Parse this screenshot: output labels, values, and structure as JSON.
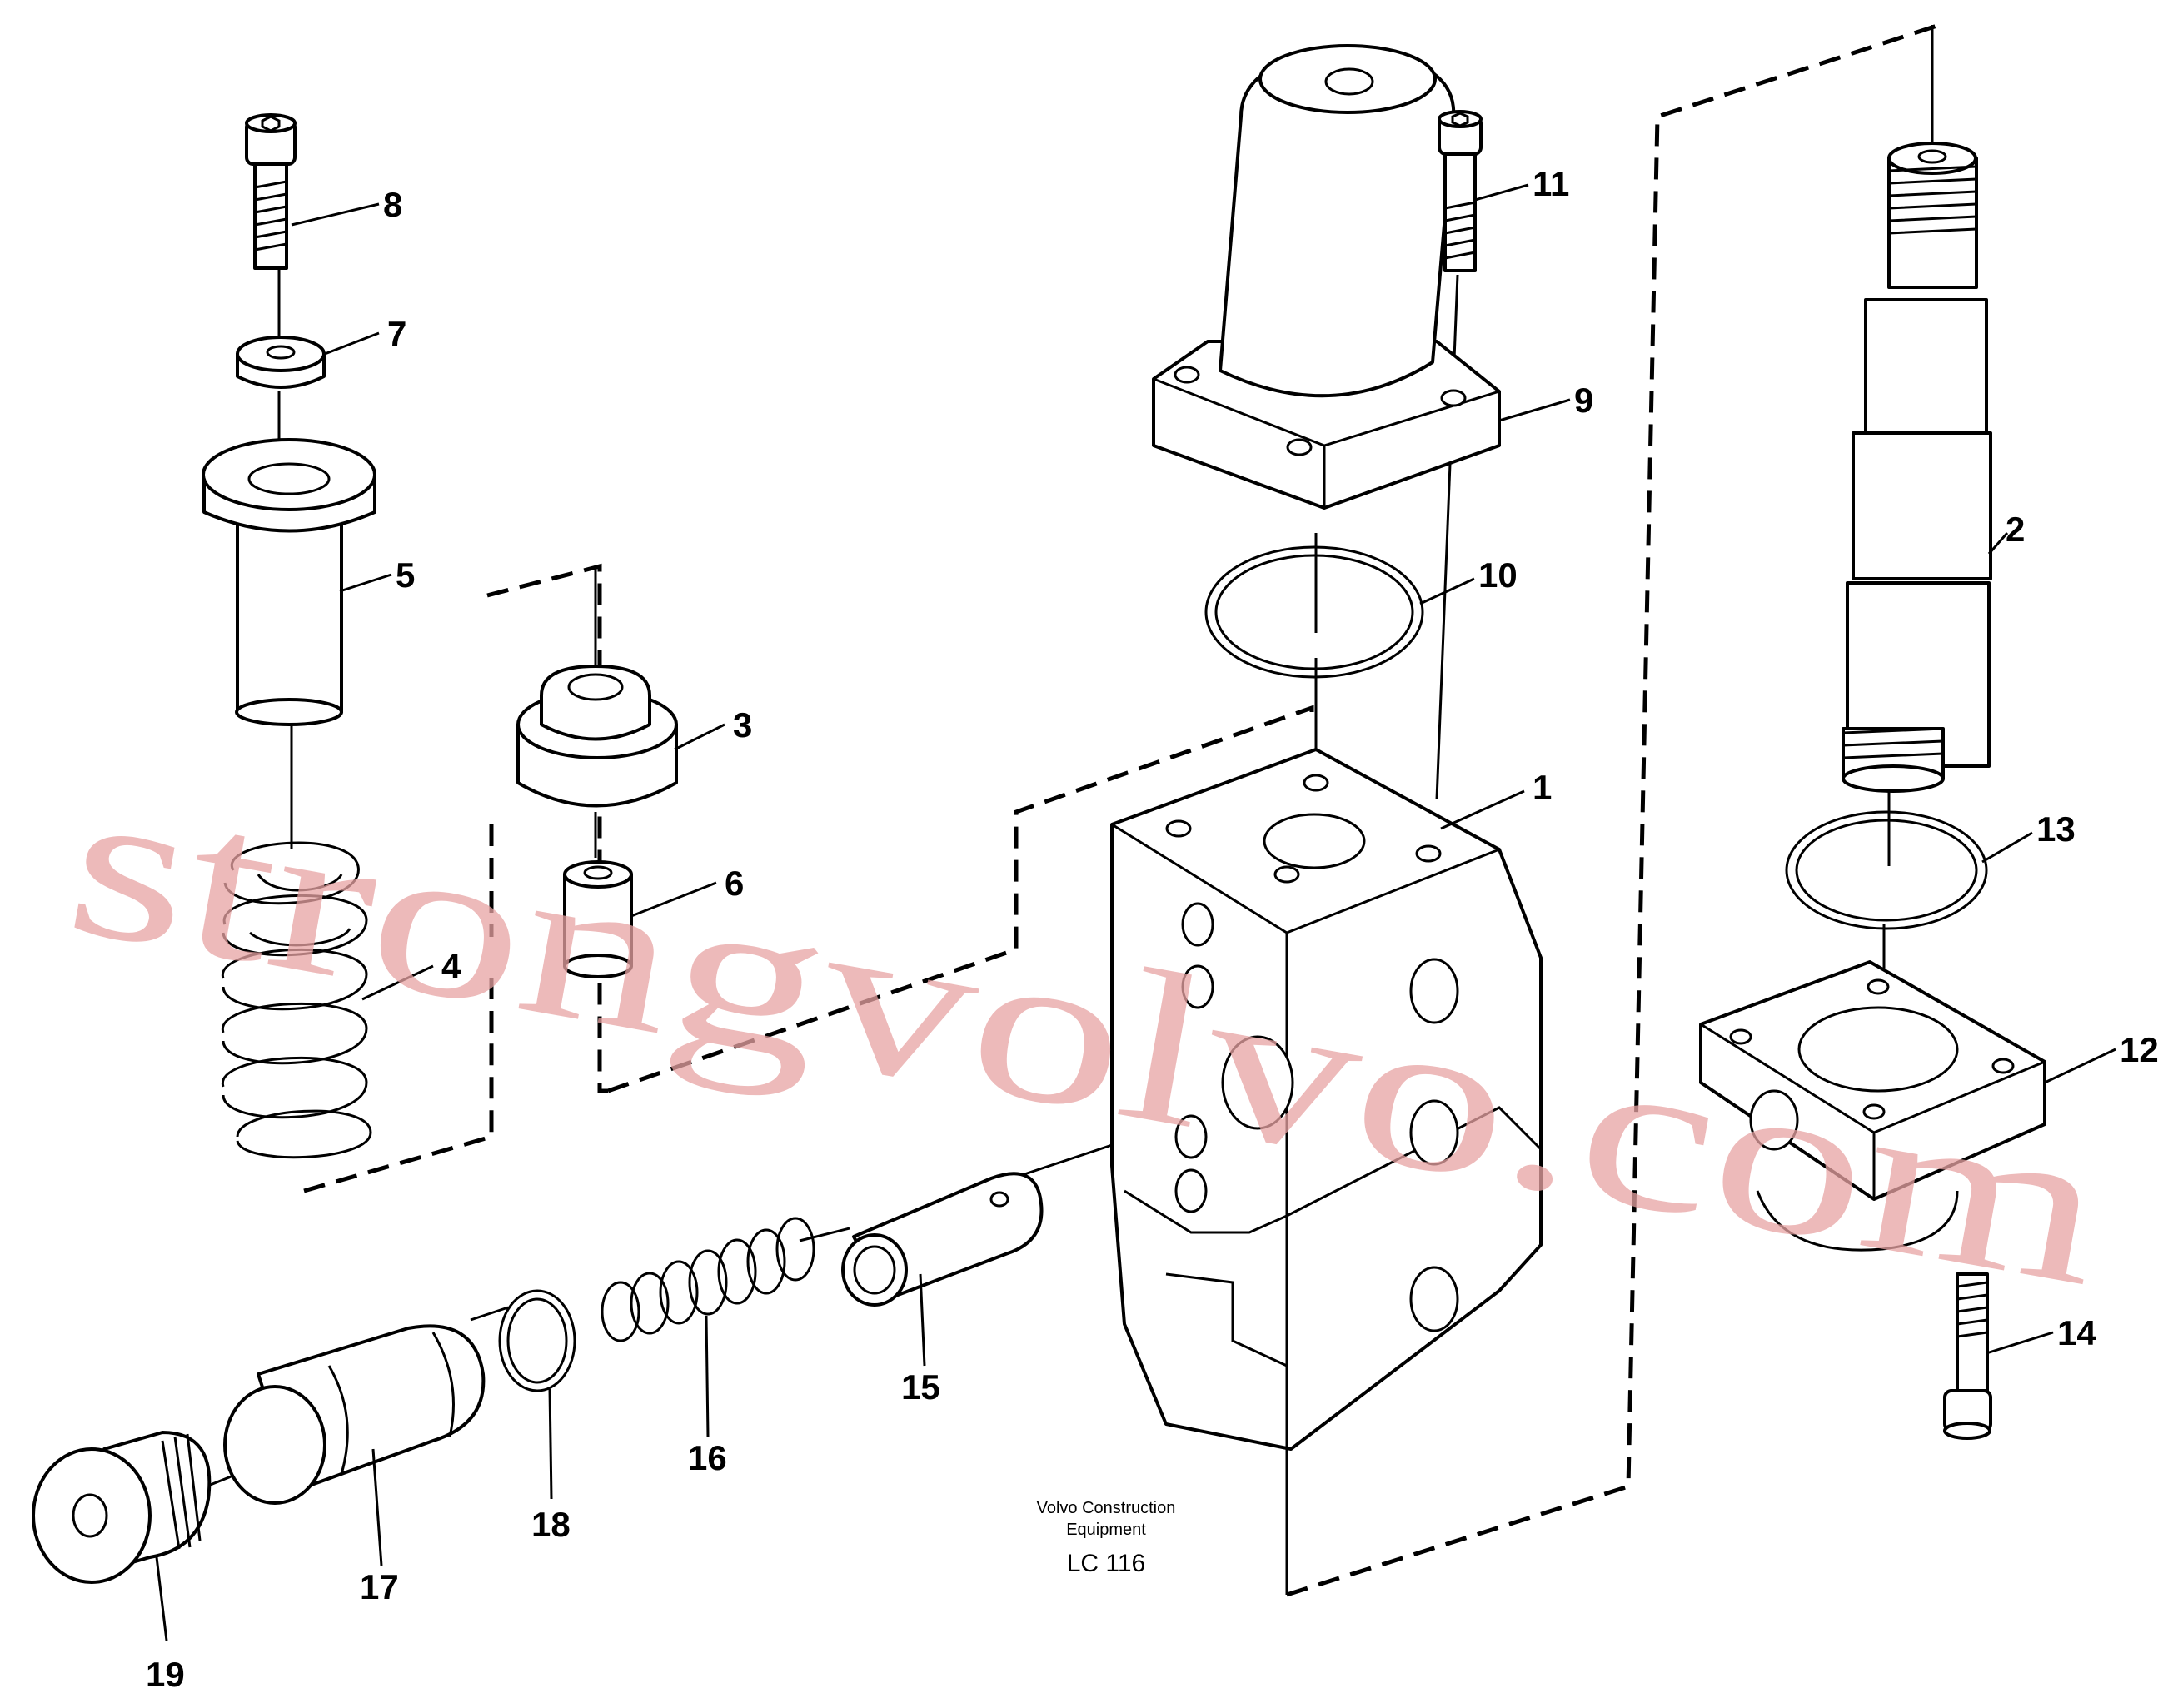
{
  "labels": [
    "1",
    "2",
    "3",
    "4",
    "5",
    "6",
    "7",
    "8",
    "9",
    "10",
    "11",
    "12",
    "13",
    "14",
    "15",
    "16",
    "17",
    "18",
    "19"
  ],
  "caption": {
    "line1": "Volvo Construction",
    "line2": "Equipment",
    "code": "LC 116"
  },
  "watermark": "strongvolvo.com"
}
